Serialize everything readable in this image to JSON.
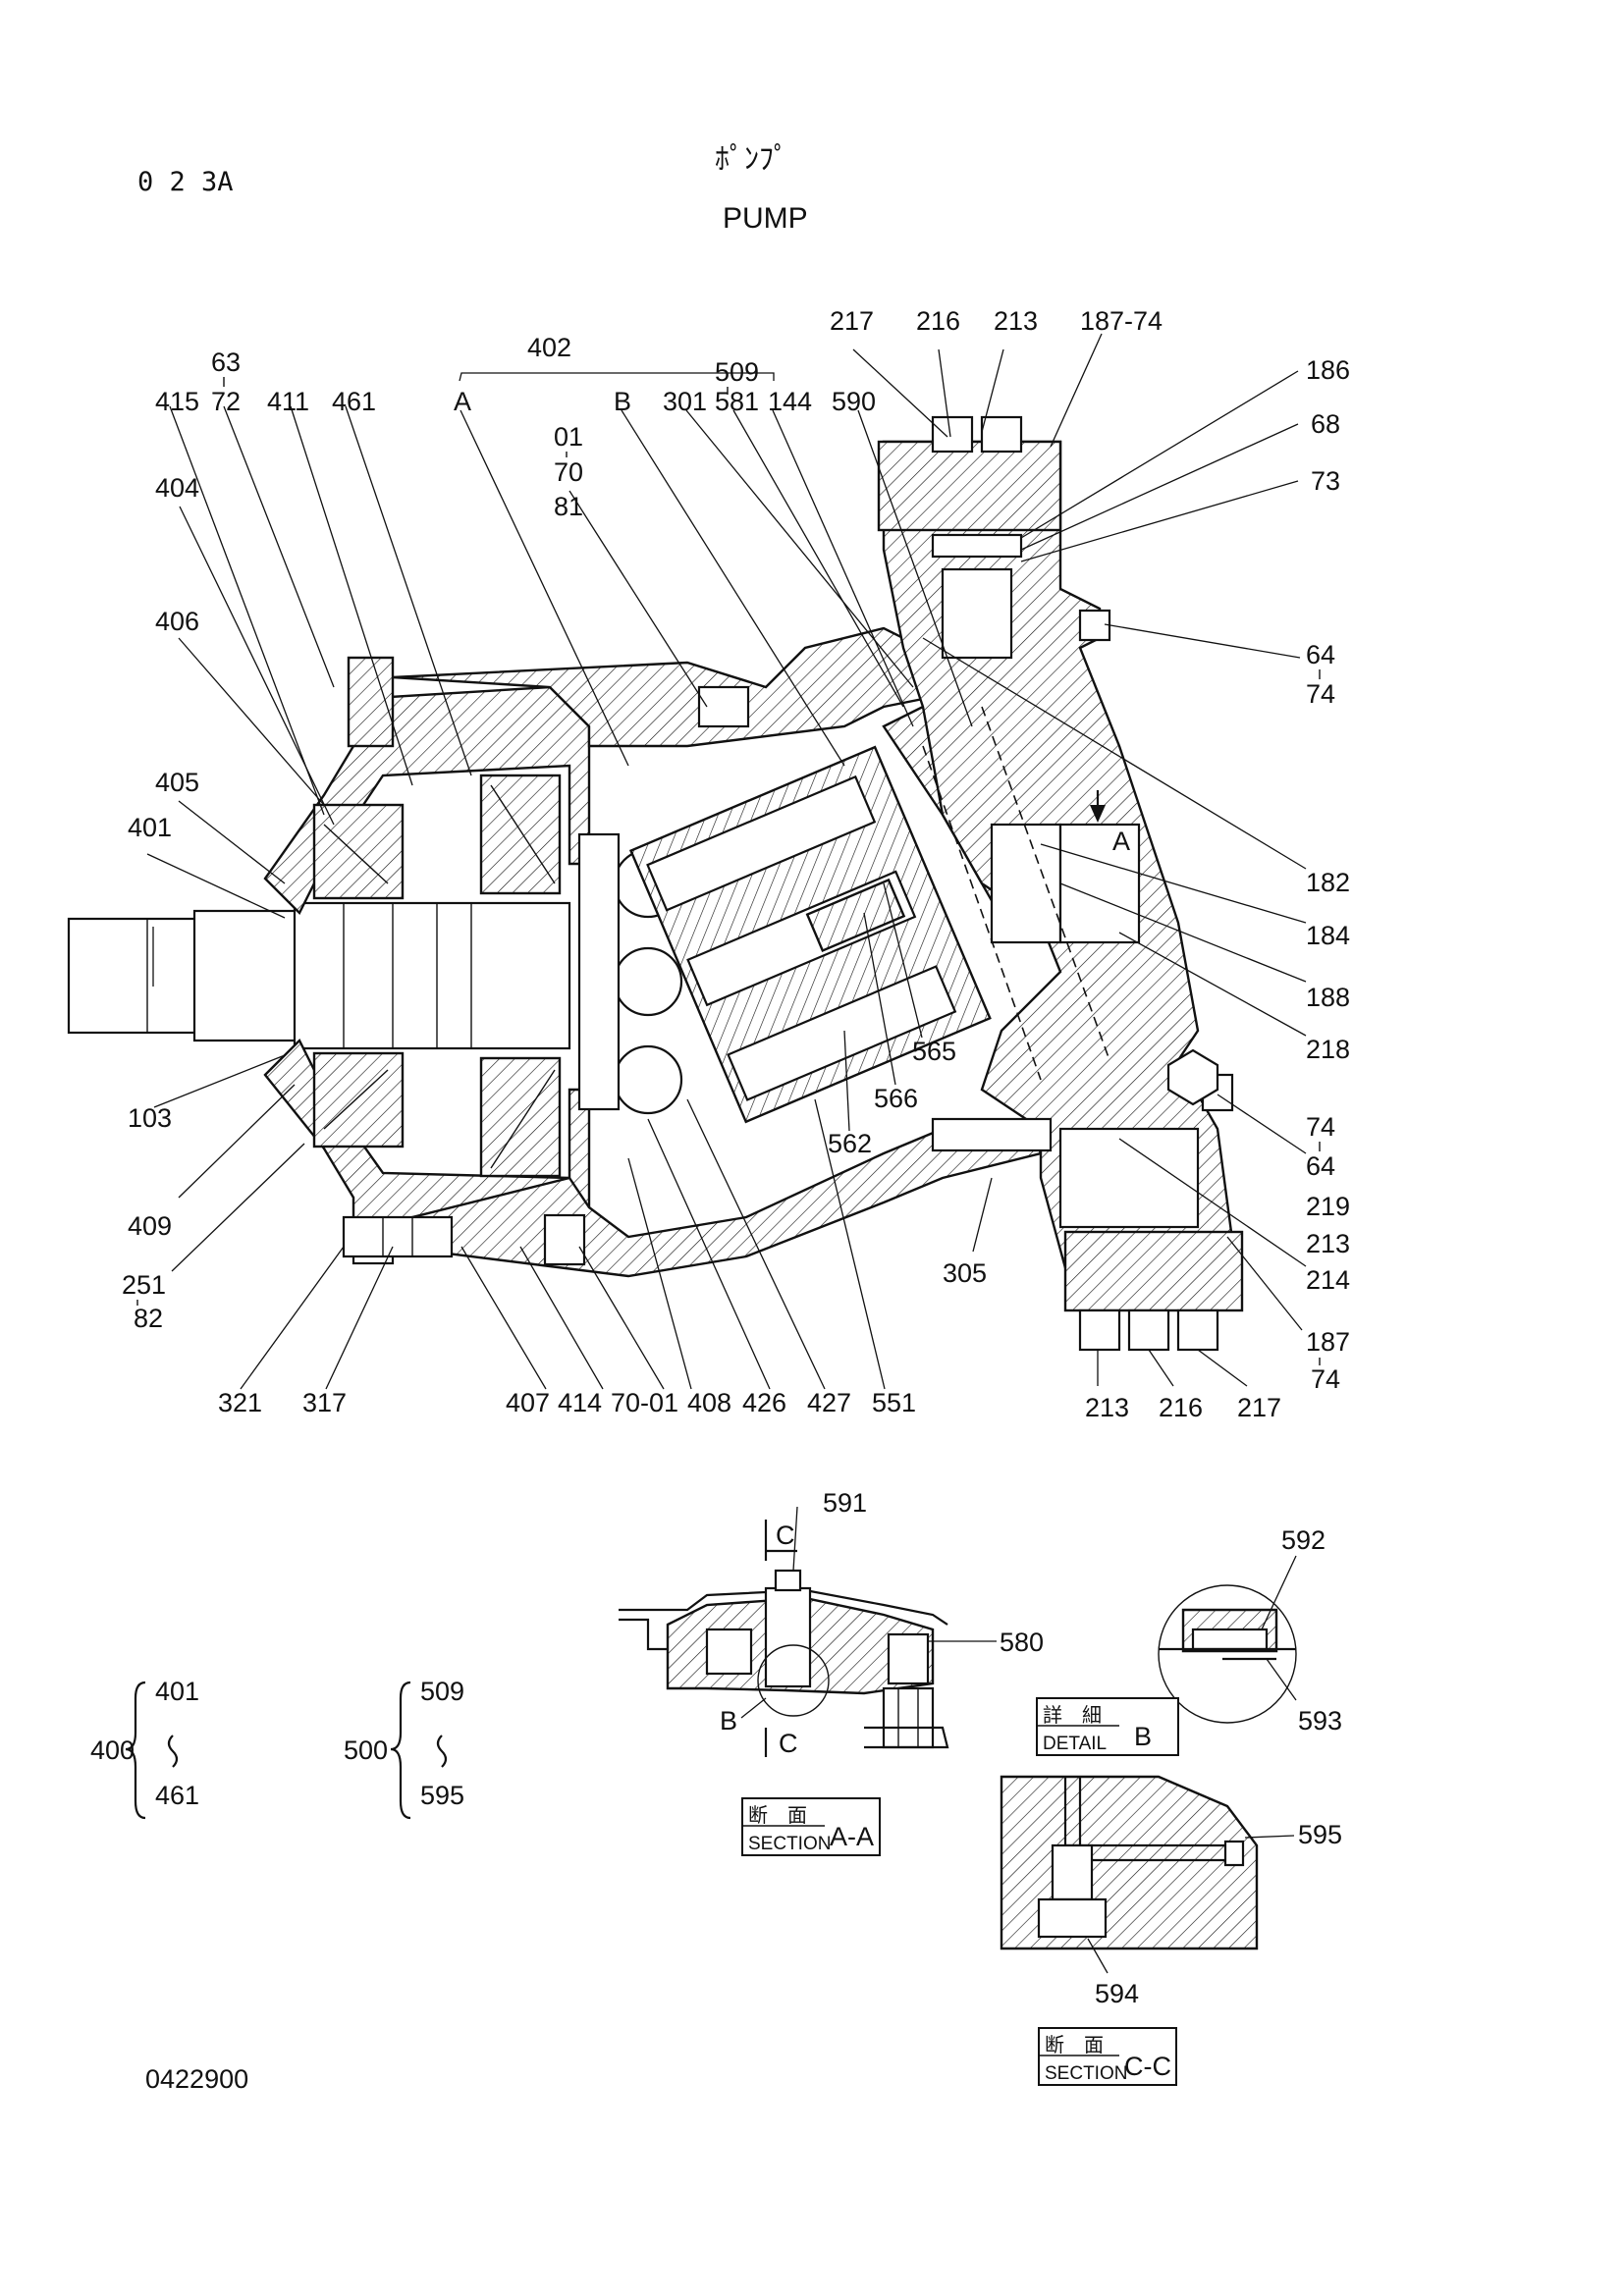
{
  "header": {
    "code": "0 2 3A",
    "title_jp": "ﾎﾟﾝﾌﾟ",
    "title_en": "PUMP"
  },
  "footer": {
    "drawing_number": "0422900"
  },
  "callouts": {
    "c217a": "217",
    "c216a": "216",
    "c213a": "213",
    "c187_74": "187-74",
    "c186": "186",
    "c68": "68",
    "c73": "73",
    "c402": "402",
    "cA": "A",
    "cB": "B",
    "c509": "509",
    "c63": "63",
    "c415": "415",
    "c72": "72",
    "c411": "411",
    "c461": "461",
    "c301": "301",
    "c581": "581",
    "c144": "144",
    "c590": "590",
    "c01": "01",
    "c70": "70",
    "c81": "81",
    "c404": "404",
    "c406": "406",
    "c405": "405",
    "c401": "401",
    "c103": "103",
    "c409": "409",
    "c251": "251",
    "c82": "82",
    "c64a": "64",
    "c74a": "74",
    "c182": "182",
    "c184": "184",
    "c188": "188",
    "c218": "218",
    "c565": "565",
    "c566": "566",
    "c562": "562",
    "c74b": "74",
    "c64b": "64",
    "c219": "219",
    "c213b": "213",
    "c214": "214",
    "c305": "305",
    "c187b": "187",
    "c74c": "74",
    "c321": "321",
    "c317": "317",
    "c407": "407",
    "c414": "414",
    "c70_01": "70-01",
    "c408": "408",
    "c426": "426",
    "c427": "427",
    "c551": "551",
    "c213c": "213",
    "c216b": "216",
    "c217b": "217",
    "arrowA": "A"
  },
  "groups": {
    "g400": {
      "name": "400",
      "from": "401",
      "to": "461"
    },
    "g500": {
      "name": "500",
      "from": "509",
      "to": "595"
    }
  },
  "section_aa": {
    "c591": "591",
    "c580": "580",
    "mark_c_top": "C",
    "mark_c_bottom": "C",
    "mark_b": "B",
    "jp": "断　面",
    "en": "SECTION",
    "suffix": "A-A"
  },
  "detail_b": {
    "c592": "592",
    "c593": "593",
    "jp": "詳　細",
    "en": "DETAIL",
    "suffix": "B"
  },
  "section_cc": {
    "c595": "595",
    "c594": "594",
    "jp": "断　面",
    "en": "SECTION",
    "suffix": "C-C"
  },
  "colors": {
    "ink": "#111111",
    "paper": "#ffffff"
  },
  "icons": [
    "wavy-range-icon",
    "brace-icon",
    "section-arrow-icon"
  ]
}
